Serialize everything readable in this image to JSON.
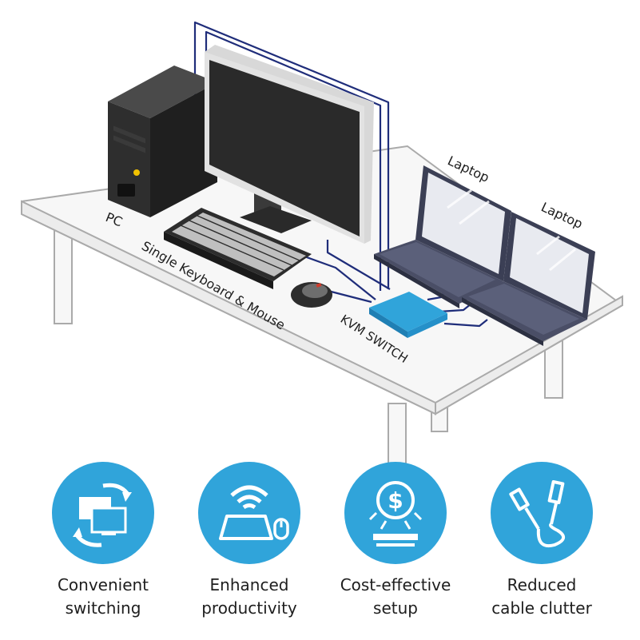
{
  "colors": {
    "accent": "#30a4da",
    "cable": "#1f2d7a",
    "table": "#f7f7f7",
    "text": "#1e1e1e"
  },
  "labels": {
    "pc": "PC",
    "keyboard_mouse": "Single Keyboard & Mouse",
    "kvm": "KVM SWITCH",
    "laptop_1": "Laptop",
    "laptop_2": "Laptop"
  },
  "benefits": [
    {
      "icon": "monitor-switch-icon",
      "line1": "Convenient",
      "line2": "switching"
    },
    {
      "icon": "wifi-keyboard-mouse-icon",
      "line1": "Enhanced",
      "line2": "productivity"
    },
    {
      "icon": "dollar-coin-icon",
      "line1": "Cost-effective",
      "line2": "setup"
    },
    {
      "icon": "usb-cable-icon",
      "line1": "Reduced",
      "line2": "cable clutter"
    }
  ]
}
